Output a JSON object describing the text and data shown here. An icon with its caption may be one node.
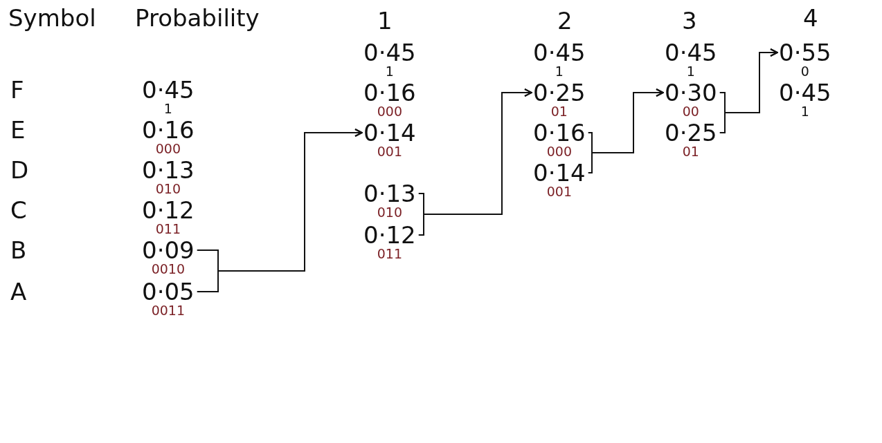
{
  "diagram": {
    "nodes": [
      {
        "text": [
          "0·45"
        ],
        "beside": [
          "1"
        ]
      },
      {
        "text": [
          "0·16"
        ],
        "beside": [
          "000"
        ]
      },
      {
        "text": [
          "0·13"
        ],
        "beside": [
          "010"
        ]
      },
      {
        "text": [
          "0·12"
        ],
        "beside": [
          "011"
        ]
      },
      {
        "text": [
          "0·09"
        ],
        "beside": [
          "0010"
        ]
      },
      {
        "text": [
          "0·05"
        ],
        "beside": [
          "0011"
        ]
      },
      {
        "text": [
          "0·45"
        ],
        "beside": [
          "1"
        ]
      },
      {
        "text": [
          "0·16"
        ],
        "beside": [
          "000"
        ]
      },
      {
        "text": [
          "0·14"
        ],
        "beside": [
          "001"
        ]
      },
      {
        "text": [
          "0·13"
        ],
        "beside": [
          "010"
        ]
      },
      {
        "text": [
          "0·12"
        ],
        "beside": [
          "011"
        ]
      },
      {
        "text": [
          "0·45"
        ],
        "beside": [
          "1"
        ]
      },
      {
        "text": [
          "0·25"
        ],
        "beside": [
          "01"
        ]
      },
      {
        "text": [
          "0·16"
        ],
        "beside": [
          "000"
        ]
      },
      {
        "text": [
          "0·14"
        ],
        "beside": [
          "001"
        ]
      },
      {
        "text": [
          "0·45"
        ],
        "beside": [
          "1"
        ]
      },
      {
        "text": [
          "0·30"
        ],
        "beside": [
          "00"
        ]
      },
      {
        "text": [
          "0·25"
        ],
        "beside": [
          "01"
        ]
      },
      {
        "text": [
          "0·55"
        ],
        "beside": [
          "0"
        ]
      },
      {
        "text": [
          "0·45"
        ],
        "beside": [
          "1"
        ]
      }
    ],
    "edges": [
      {
        "from": 4,
        "to": 8,
        "arrow": "to"
      },
      {
        "from": 5,
        "to": 8,
        "arrow": "to"
      },
      {
        "from": 9,
        "to": 12,
        "arrow": "to"
      },
      {
        "from": 10,
        "to": 12,
        "arrow": "to"
      },
      {
        "from": 13,
        "to": 16,
        "arrow": "to"
      },
      {
        "from": 14,
        "to": 16,
        "arrow": "to"
      },
      {
        "from": 16,
        "to": 18,
        "arrow": "to"
      },
      {
        "from": 17,
        "to": 18,
        "arrow": "to"
      }
    ],
    "labels": [
      "Symbol",
      "Probability",
      "1",
      "2",
      "3",
      "4",
      "F",
      "E",
      "D",
      "C",
      "B",
      "A"
    ]
  }
}
